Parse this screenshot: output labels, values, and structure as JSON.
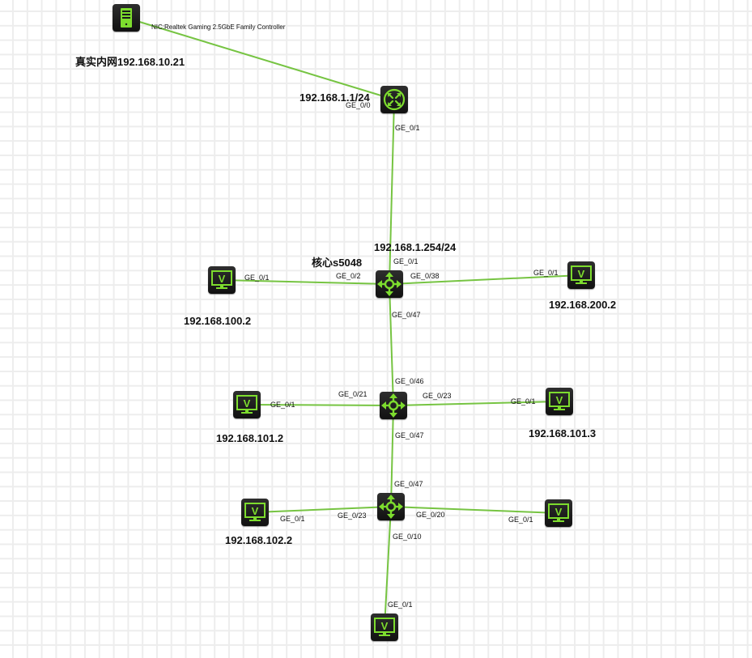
{
  "colors": {
    "link": "#76c442",
    "icon_green": "#7ddc2e",
    "node_bg": "#1a1a1a",
    "grid": "#ededed",
    "text": "#111111"
  },
  "nodes": {
    "host_pc": {
      "type": "host-server",
      "icon": "server-tower-icon",
      "nic_label": "NIC:Realtek Gaming 2.5GbE Family Controller",
      "label": "真实内网192.168.10.21"
    },
    "router": {
      "type": "router",
      "icon": "router-icon",
      "label": "192.168.1.1/24"
    },
    "core_switch": {
      "type": "l3-switch",
      "icon": "switch-icon",
      "name": "核心s5048",
      "label": "192.168.1.254/24"
    },
    "switch_2": {
      "type": "l3-switch",
      "icon": "switch-icon"
    },
    "switch_3": {
      "type": "l3-switch",
      "icon": "switch-icon"
    },
    "vpc_100_2": {
      "type": "vpc",
      "icon": "vpc-monitor-icon",
      "label": "192.168.100.2"
    },
    "vpc_200_2": {
      "type": "vpc",
      "icon": "vpc-monitor-icon",
      "label": "192.168.200.2"
    },
    "vpc_101_2": {
      "type": "vpc",
      "icon": "vpc-monitor-icon",
      "label": "192.168.101.2"
    },
    "vpc_101_3": {
      "type": "vpc",
      "icon": "vpc-monitor-icon",
      "label": "192.168.101.3"
    },
    "vpc_102_2": {
      "type": "vpc",
      "icon": "vpc-monitor-icon",
      "label": "192.168.102.2"
    },
    "vpc_right_bottom": {
      "type": "vpc",
      "icon": "vpc-monitor-icon",
      "label": ""
    },
    "vpc_bottom": {
      "type": "vpc",
      "icon": "vpc-monitor-icon",
      "label": ""
    }
  },
  "links": [
    {
      "from": "host_pc",
      "to": "router",
      "from_port": "",
      "to_port": "GE_0/0"
    },
    {
      "from": "router",
      "to": "core_switch",
      "from_port": "GE_0/1",
      "to_port": "GE_0/1"
    },
    {
      "from": "core_switch",
      "to": "vpc_100_2",
      "from_port": "GE_0/2",
      "to_port": "GE_0/1"
    },
    {
      "from": "core_switch",
      "to": "vpc_200_2",
      "from_port": "GE_0/38",
      "to_port": "GE_0/1"
    },
    {
      "from": "core_switch",
      "to": "switch_2",
      "from_port": "GE_0/47",
      "to_port": "GE_0/46"
    },
    {
      "from": "switch_2",
      "to": "vpc_101_2",
      "from_port": "GE_0/21",
      "to_port": "GE_0/1"
    },
    {
      "from": "switch_2",
      "to": "vpc_101_3",
      "from_port": "GE_0/23",
      "to_port": "GE_0/1"
    },
    {
      "from": "switch_2",
      "to": "switch_3",
      "from_port": "GE_0/47",
      "to_port": "GE_0/47"
    },
    {
      "from": "switch_3",
      "to": "vpc_102_2",
      "from_port": "GE_0/23",
      "to_port": "GE_0/1"
    },
    {
      "from": "switch_3",
      "to": "vpc_right_bottom",
      "from_port": "GE_0/20",
      "to_port": "GE_0/1"
    },
    {
      "from": "switch_3",
      "to": "vpc_bottom",
      "from_port": "GE_0/10",
      "to_port": "GE_0/1"
    }
  ]
}
